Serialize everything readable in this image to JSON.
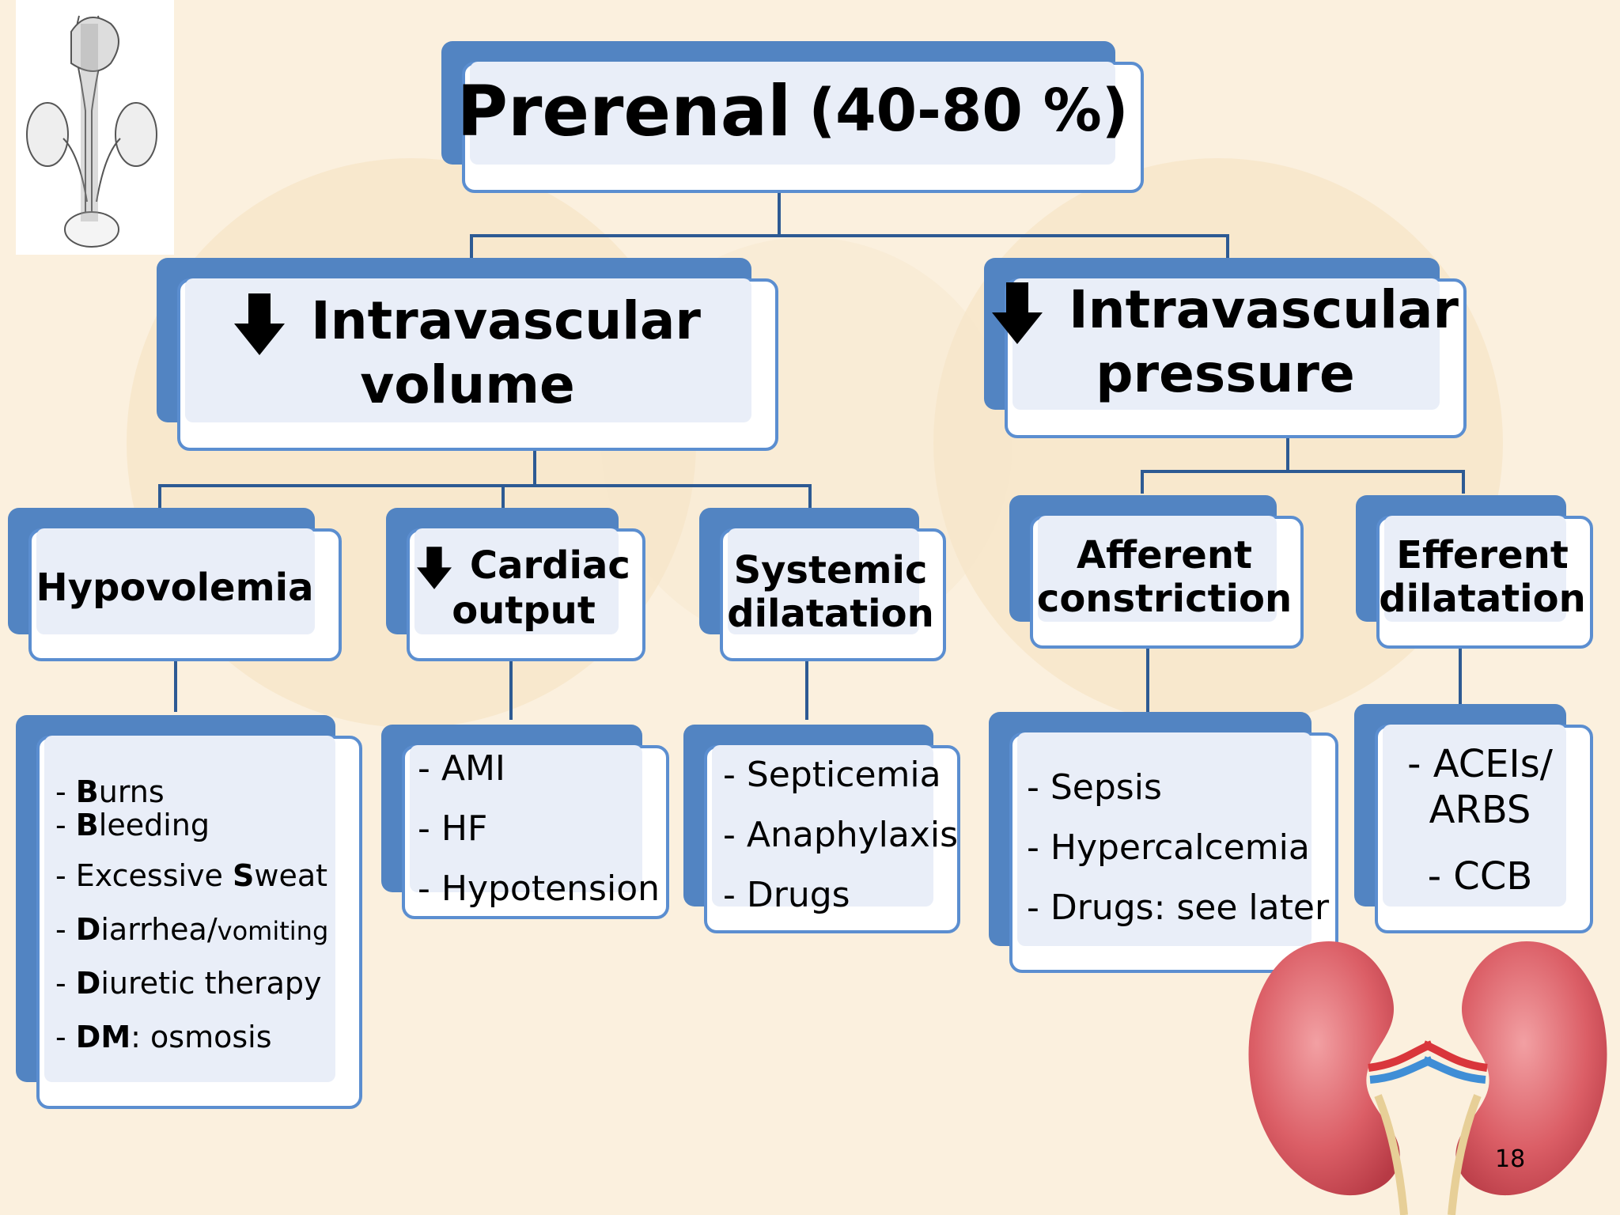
{
  "root": {
    "title": "Prerenal",
    "pct": "(40-80 %)"
  },
  "level1": [
    {
      "line1": "Intravascular",
      "line2": "volume"
    },
    {
      "line1": "Intravascular",
      "line2": "pressure"
    }
  ],
  "level2": [
    {
      "line1": "Hypovolemia"
    },
    {
      "line1": "Cardiac",
      "line2": "output"
    },
    {
      "line1": "Systemic",
      "line2": "dilatation"
    },
    {
      "line1": "Afferent",
      "line2": "constriction"
    },
    {
      "line1": "Efferent",
      "line2": "dilatation"
    }
  ],
  "hypovolemia_items": [
    {
      "prefix": "- ",
      "bold": "B",
      "rest": "urns"
    },
    {
      "prefix": "- ",
      "bold": "B",
      "rest": "leeding"
    },
    {
      "prefix": "- Excessive ",
      "bold": "S",
      "rest": "weat"
    },
    {
      "prefix": "- ",
      "bold": "D",
      "rest": "iarrhea/",
      "small": "vomiting"
    },
    {
      "prefix": "- ",
      "bold": "D",
      "rest": "iuretic therapy"
    },
    {
      "prefix": "- ",
      "bold": "DM",
      "rest": ": osmosis"
    }
  ],
  "cardiac_items": [
    "- AMI",
    "- HF",
    "- Hypotension"
  ],
  "systemic_items": [
    "- Septicemia",
    "- Anaphylaxis",
    "- Drugs"
  ],
  "afferent_items": [
    "- Sepsis",
    "- Hypercalcemia",
    "- Drugs: see later"
  ],
  "efferent_items": [
    "- ACEIs/",
    "ARBS",
    "- CCB"
  ],
  "page_number": "18",
  "colors": {
    "box_border": "#5b8ed0",
    "box_shadow": "#5284c2",
    "connector": "#2d5a93",
    "background": "#fbf0de"
  },
  "icons": {
    "down_arrow": "down-arrow-icon",
    "anatomy": "urinary-system-illustration",
    "kidneys": "kidneys-illustration"
  }
}
